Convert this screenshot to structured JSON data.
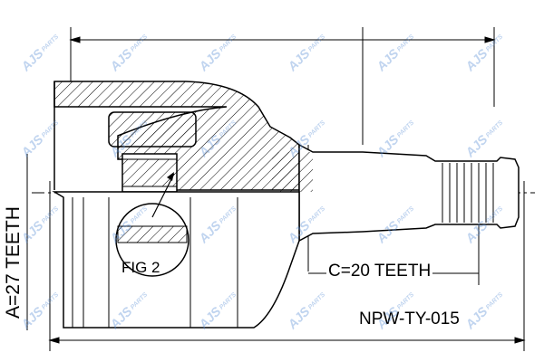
{
  "labels": {
    "teeth_a": "A=27 TEETH",
    "teeth_c": "C=20 TEETH",
    "fig": "FIG 2",
    "part_number": "NPW-TY-015"
  },
  "watermark": {
    "brand": "AJS",
    "suffix": "PARTS"
  },
  "colors": {
    "line": "#000000",
    "watermark": "#5b8fd6",
    "background": "#ffffff"
  }
}
